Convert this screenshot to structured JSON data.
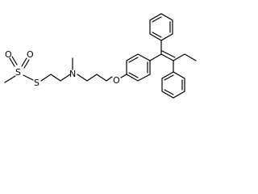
{
  "structure": {
    "atoms": {
      "sulfonyl_sulfur": "S",
      "sulfonyl_oxygen_left": "O",
      "sulfonyl_oxygen_right": "O",
      "thioether_sulfur": "S",
      "amine_nitrogen": "N",
      "ether_oxygen": "O"
    }
  }
}
